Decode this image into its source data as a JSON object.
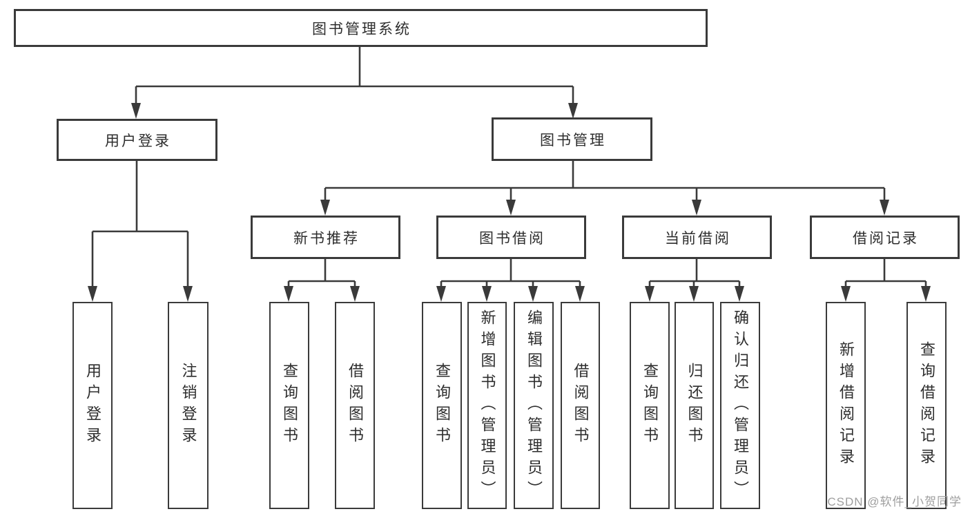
{
  "colors": {
    "line": "#3a3a3a",
    "text": "#2d2d2d",
    "box_fill": "#ffffff",
    "watermark": "#9e9e9e"
  },
  "nodes": {
    "root": "图书管理系统",
    "user_login": "用户登录",
    "book_mgmt": "图书管理",
    "new_book": "新书推荐",
    "book_borrow": "图书借阅",
    "current_borrow": "当前借阅",
    "borrow_records": "借阅记录",
    "leaf_user_login": "用户登录",
    "leaf_logout": "注销登录",
    "leaf_nb_query": "查询图书",
    "leaf_nb_borrow": "借阅图书",
    "leaf_bb_query": "查询图书",
    "leaf_bb_add": "新增图书（管理员）",
    "leaf_bb_edit": "编辑图书（管理员）",
    "leaf_bb_borrow": "借阅图书",
    "leaf_cb_query": "查询图书",
    "leaf_cb_return": "归还图书",
    "leaf_cb_confirm": "确认归还（管理员）",
    "leaf_br_add": "新增借阅记录",
    "leaf_br_query": "查询借阅记录"
  },
  "watermark": "CSDN @软件_小贺同学"
}
